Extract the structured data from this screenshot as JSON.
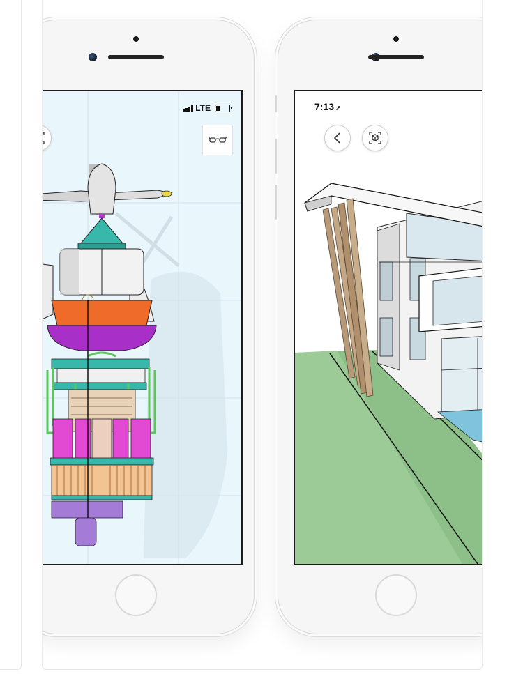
{
  "left_phone": {
    "status": {
      "network": "LTE"
    },
    "buttons": {
      "ar_mode_icon": "ar-frame-icon",
      "glasses_icon": "glasses-icon"
    },
    "model": "rocket-assembly-3d-model"
  },
  "right_phone": {
    "status": {
      "time": "7:13",
      "location_arrow": "➚"
    },
    "buttons": {
      "back_icon": "back-chevron-icon",
      "ar_mode_icon": "ar-frame-icon"
    },
    "model": "modern-house-3d-model"
  },
  "colors": {
    "viewport_blue": "#e9f6fc",
    "lawn_green": "#8dbf88",
    "teal": "#33b5a8",
    "orange": "#ef6b2a",
    "purple": "#a830c8",
    "magenta": "#e24ad4"
  }
}
